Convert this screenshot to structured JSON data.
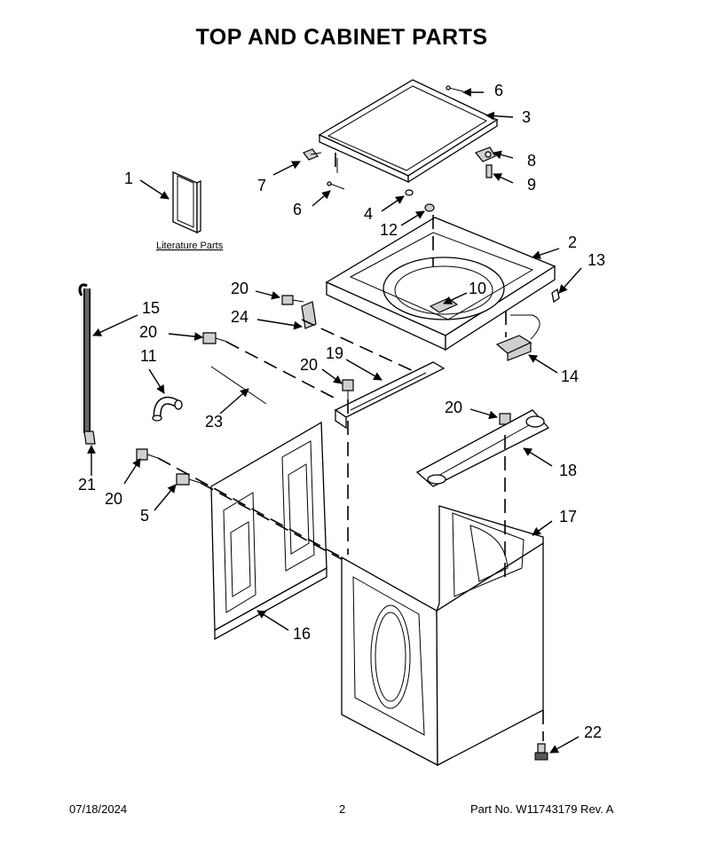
{
  "title": "TOP AND CABINET PARTS",
  "literature_label": "Literature Parts",
  "callouts": {
    "c1": "1",
    "c2": "2",
    "c3": "3",
    "c4": "4",
    "c5": "5",
    "c6a": "6",
    "c6b": "6",
    "c7": "7",
    "c8": "8",
    "c9": "9",
    "c10": "10",
    "c11": "11",
    "c12": "12",
    "c13": "13",
    "c14": "14",
    "c15": "15",
    "c16": "16",
    "c17": "17",
    "c18": "18",
    "c19": "19",
    "c20a": "20",
    "c20b": "20",
    "c20c": "20",
    "c20d": "20",
    "c20e": "20",
    "c21": "21",
    "c22": "22",
    "c23": "23",
    "c24": "24"
  },
  "footer": {
    "date": "07/18/2024",
    "page": "2",
    "part_no": "Part No.  W11743179  Rev.  A"
  }
}
